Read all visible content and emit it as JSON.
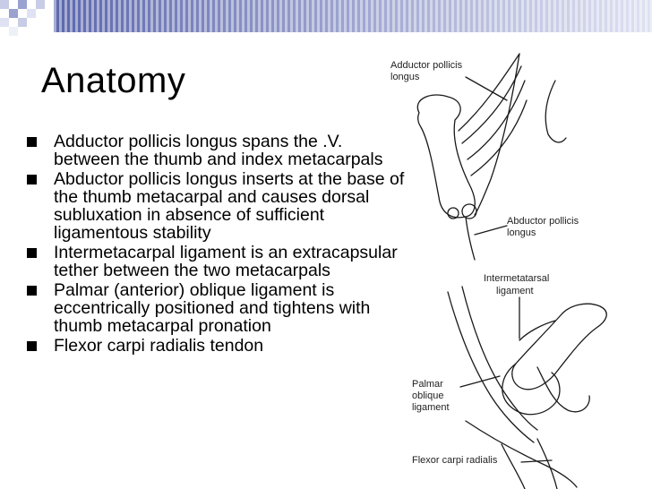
{
  "slide": {
    "title": "Anatomy",
    "bullets": [
      "Adductor pollicis longus spans the .V. between the thumb and index metacarpals",
      "Abductor pollicis longus inserts at the base of the thumb metacarpal and causes dorsal subluxation in absence of sufficient ligamentous stability",
      "Intermetacarpal ligament is an extracapsular tether between the two metacarpals",
      "Palmar (anterior) oblique ligament is eccentrically positioned and tightens with thumb metacarpal pronation",
      "Flexor carpi radialis tendon"
    ]
  },
  "illustration": {
    "labels": {
      "adductor_line1": "Adductor pollicis",
      "adductor_line2": "longus",
      "abductor_line1": "Abductor pollicis",
      "abductor_line2": "longus",
      "intermetatarsal_line1": "Intermetatarsal",
      "intermetatarsal_line2": "ligament",
      "palmar_line1": "Palmar",
      "palmar_line2": "oblique",
      "palmar_line3": "ligament",
      "flexor": "Flexor carpi radialis"
    }
  },
  "colors": {
    "band_dark": "#6b75b5",
    "band_light": "#d9dcee",
    "text": "#000000"
  }
}
